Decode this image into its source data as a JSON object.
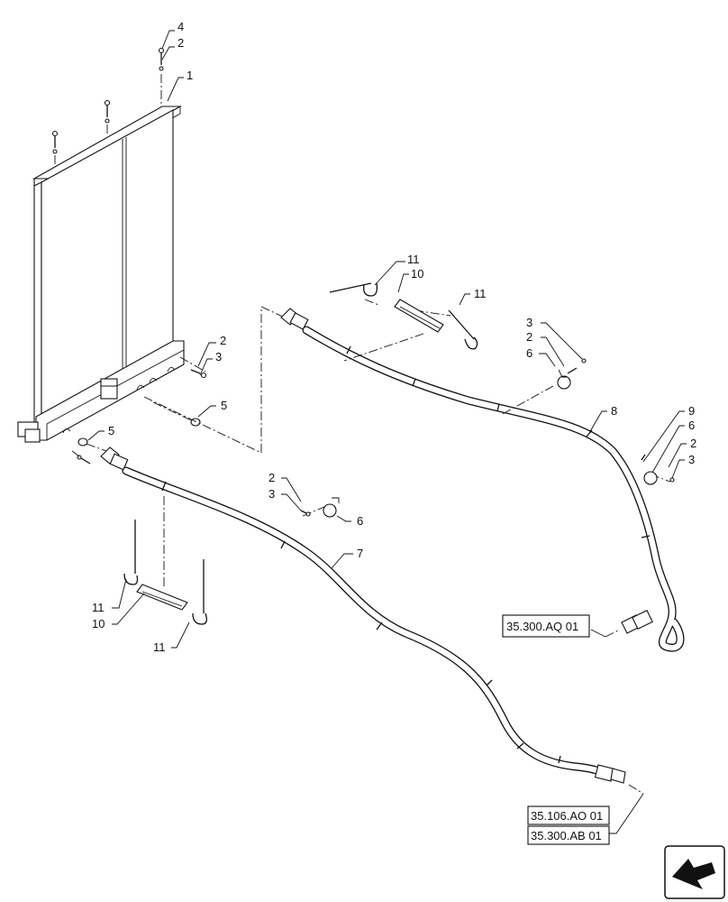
{
  "callouts": {
    "c4_top": "4",
    "c2_top": "2",
    "c1": "1",
    "c2_frame": "2",
    "c3_frame": "3",
    "c5_right": "5",
    "c5_left": "5",
    "c11_upper_a": "11",
    "c10_upper": "10",
    "c11_upper_b": "11",
    "c3_right": "3",
    "c2_right": "2",
    "c6_right": "6",
    "c8": "8",
    "c9": "9",
    "c6_far": "6",
    "c2_far": "2",
    "c3_far": "3",
    "c2_mid": "2",
    "c3_mid": "3",
    "c6_mid": "6",
    "c7": "7",
    "c11_lower_a": "11",
    "c10_lower": "10",
    "c11_lower_b": "11"
  },
  "references": {
    "ref_aq": "35.300.AQ 01",
    "ref_ao": "35.106.AO 01",
    "ref_ab": "35.300.AB 01"
  },
  "icons": {
    "nav": "direction-arrow-icon"
  }
}
